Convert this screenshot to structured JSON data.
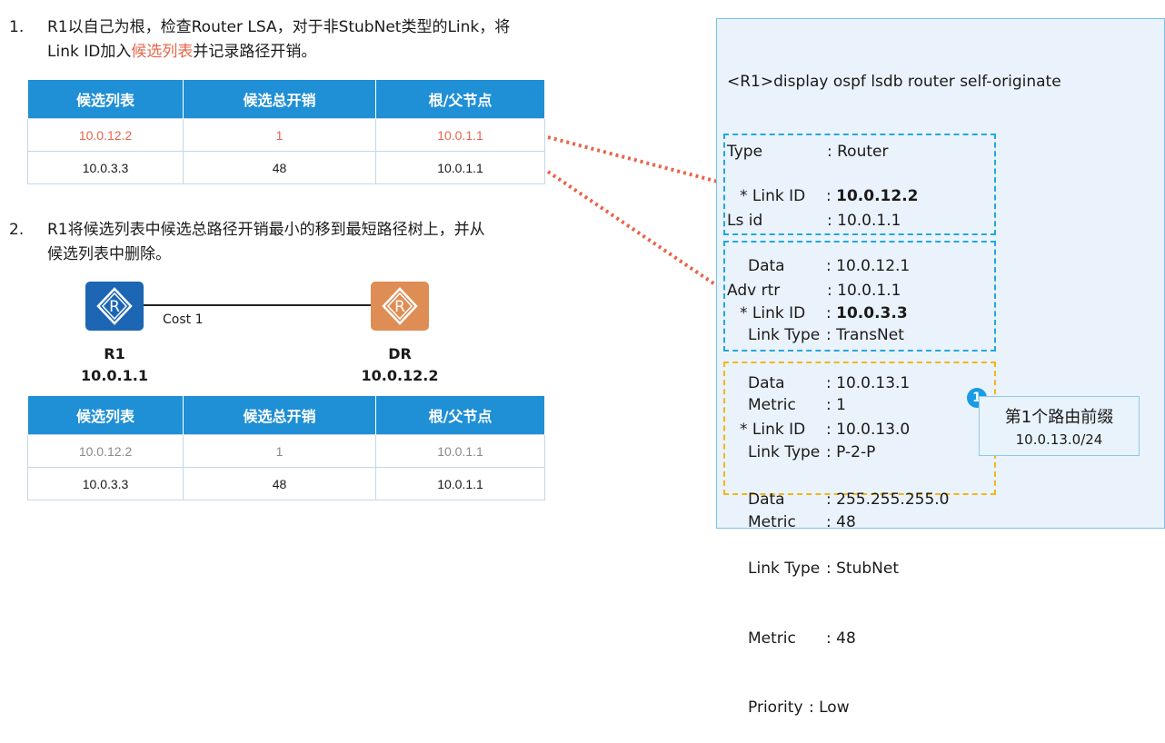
{
  "step1": {
    "num": "1.",
    "line1": "R1以自己为根，检查Router LSA，对于非StubNet类型的Link，将",
    "line2_pre": "Link ID加入",
    "line2_highlight": "候选列表",
    "line2_post": "并记录路径开销。"
  },
  "table1": {
    "headers": [
      "候选列表",
      "候选总开销",
      "根/父节点"
    ],
    "rows": [
      [
        "10.0.12.2",
        "1",
        "10.0.1.1"
      ],
      [
        "10.0.3.3",
        "48",
        "10.0.1.1"
      ]
    ]
  },
  "step2": {
    "num": "2.",
    "line1": "R1将候选列表中候选总路径开销最小的移到最短路径树上，并从",
    "line2": "候选列表中删除。"
  },
  "topology": {
    "link_label": "Cost 1",
    "r1_name": "R1",
    "r1_ip": "10.0.1.1",
    "dr_name": "DR",
    "dr_ip": "10.0.12.2",
    "r1_color": "#1d66b3",
    "dr_color": "#de8d55"
  },
  "table2": {
    "headers": [
      "候选列表",
      "候选总开销",
      "根/父节点"
    ],
    "rows": [
      [
        "10.0.12.2",
        "1",
        "10.0.1.1"
      ],
      [
        "10.0.3.3",
        "48",
        "10.0.1.1"
      ]
    ]
  },
  "cli": {
    "command": "<R1>display ospf lsdb router self-originate",
    "header": [
      [
        "Type",
        ": Router"
      ],
      [
        "Ls id",
        ": 10.0.1.1"
      ],
      [
        "Adv rtr",
        ": 10.0.1.1"
      ]
    ],
    "link1": {
      "id_key": "* Link ID",
      "id_val": ": ",
      "id_bold": "10.0.12.2",
      "rows": [
        [
          "Data",
          ": 10.0.12.1"
        ],
        [
          "Link Type",
          ": TransNet"
        ],
        [
          "Metric",
          ": 1"
        ]
      ]
    },
    "link2": {
      "id_key": "* Link ID",
      "id_val": ": ",
      "id_bold": "10.0.3.3",
      "rows": [
        [
          "Data",
          ": 10.0.13.1"
        ],
        [
          "Link Type",
          ": P-2-P"
        ],
        [
          "Metric",
          ": 48"
        ]
      ]
    },
    "link3": {
      "id_key": "* Link ID",
      "id_val": ": 10.0.13.0",
      "rows": [
        [
          "Data",
          ": 255.255.255.0"
        ],
        [
          "Link Type",
          ": StubNet"
        ],
        [
          "Metric",
          ": 48"
        ],
        [
          "Priority",
          ": Low"
        ]
      ]
    }
  },
  "callout": {
    "badge": "1",
    "title": "第1个路由前缀",
    "prefix": "10.0.13.0/24"
  }
}
